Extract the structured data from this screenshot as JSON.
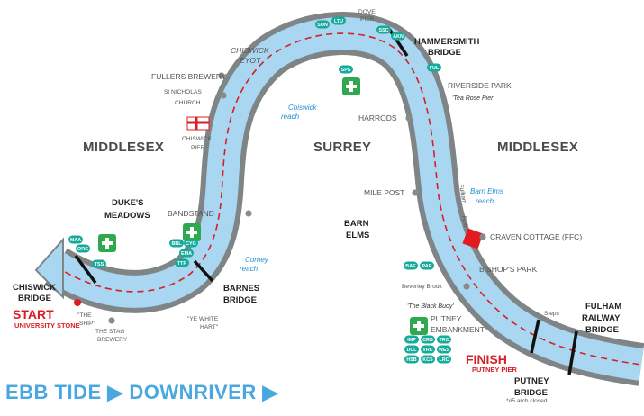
{
  "regions": {
    "middlesex_left": "MIDDLESEX",
    "surrey": "SURREY",
    "middlesex_right": "MIDDLESEX",
    "barn_elms": [
      "BARN",
      "ELMS"
    ],
    "dukes_meadows": [
      "DUKE'S",
      "MEADOWS"
    ]
  },
  "bridges": {
    "chiswick": [
      "CHISWICK",
      "BRIDGE"
    ],
    "barnes": [
      "BARNES",
      "BRIDGE"
    ],
    "hammersmith": [
      "HAMMERSMITH",
      "BRIDGE"
    ],
    "fulham_railway": [
      "FULHAM",
      "RAILWAY",
      "BRIDGE"
    ],
    "putney": [
      "PUTNEY",
      "BRIDGE"
    ]
  },
  "places": {
    "dove_pier": [
      "DOVE",
      "PIER"
    ],
    "chiswick_eyot": [
      "CHISWICK",
      "EYOT"
    ],
    "fullers_brewery": "FULLERS BREWERY",
    "st_nicholas": [
      "St NICHOLAS",
      "CHURCH"
    ],
    "chiswick_pier": [
      "CHISWICK",
      "PIER"
    ],
    "bandstand": "BANDSTAND",
    "riverside_park": "RIVERSIDE PARK",
    "tea_rose_pier": "'Tea Rose Pier'",
    "harrods": "HARRODS",
    "mile_post": "MILE POST",
    "craven_cottage": "CRAVEN COTTAGE (FFC)",
    "bishops_park": "BISHOP'S PARK",
    "beverley_brook": "Beverley Brook",
    "black_buoy": "'The Black Buoy'",
    "putney_embankment": [
      "PUTNEY",
      "EMBANKMENT"
    ],
    "the_ship": [
      "\"THE",
      "SHIP\""
    ],
    "stag_brewery": [
      "THE STAG",
      "BREWERY"
    ],
    "ye_white_hart": [
      "\"YE WHITE",
      "HART\""
    ],
    "steps": "Steps",
    "arch_closed": "*#5 arch closed",
    "fulham": "Fulham",
    "fulham_short": "Fulh"
  },
  "reaches": {
    "chiswick": [
      "Chiswick",
      "reach"
    ],
    "corney": [
      "Corney",
      "reach"
    ],
    "barn_elms": [
      "Barn Elms",
      "reach"
    ]
  },
  "start": {
    "label": "START",
    "sub": "UNIVERSITY STONE"
  },
  "finish": {
    "label": "FINISH",
    "sub": "PUTNEY PIER"
  },
  "footer": {
    "text": "EBB TIDE ▶ DOWNRIVER ▶"
  },
  "badges": {
    "top": [
      "SON",
      "LTU",
      "SSC",
      "AKN",
      "FUL"
    ],
    "mid": [
      "SPS"
    ],
    "left": [
      "MAA",
      "ORC",
      "TSS"
    ],
    "barnes": [
      "BBL",
      "CYG",
      "EMA",
      "TTR"
    ],
    "barn": [
      "BAE",
      "PAR"
    ],
    "putney": [
      "IMP",
      "CRB",
      "TRC",
      "DUL",
      "VRC",
      "WES",
      "HSB",
      "KCS",
      "LRC"
    ]
  },
  "colors": {
    "river": "#a9d6f0",
    "bank": "#7f8587",
    "course": "#d81f26",
    "badge": "#17a99a",
    "firstaid": "#2fa84f",
    "footer": "#4aa8e0"
  }
}
